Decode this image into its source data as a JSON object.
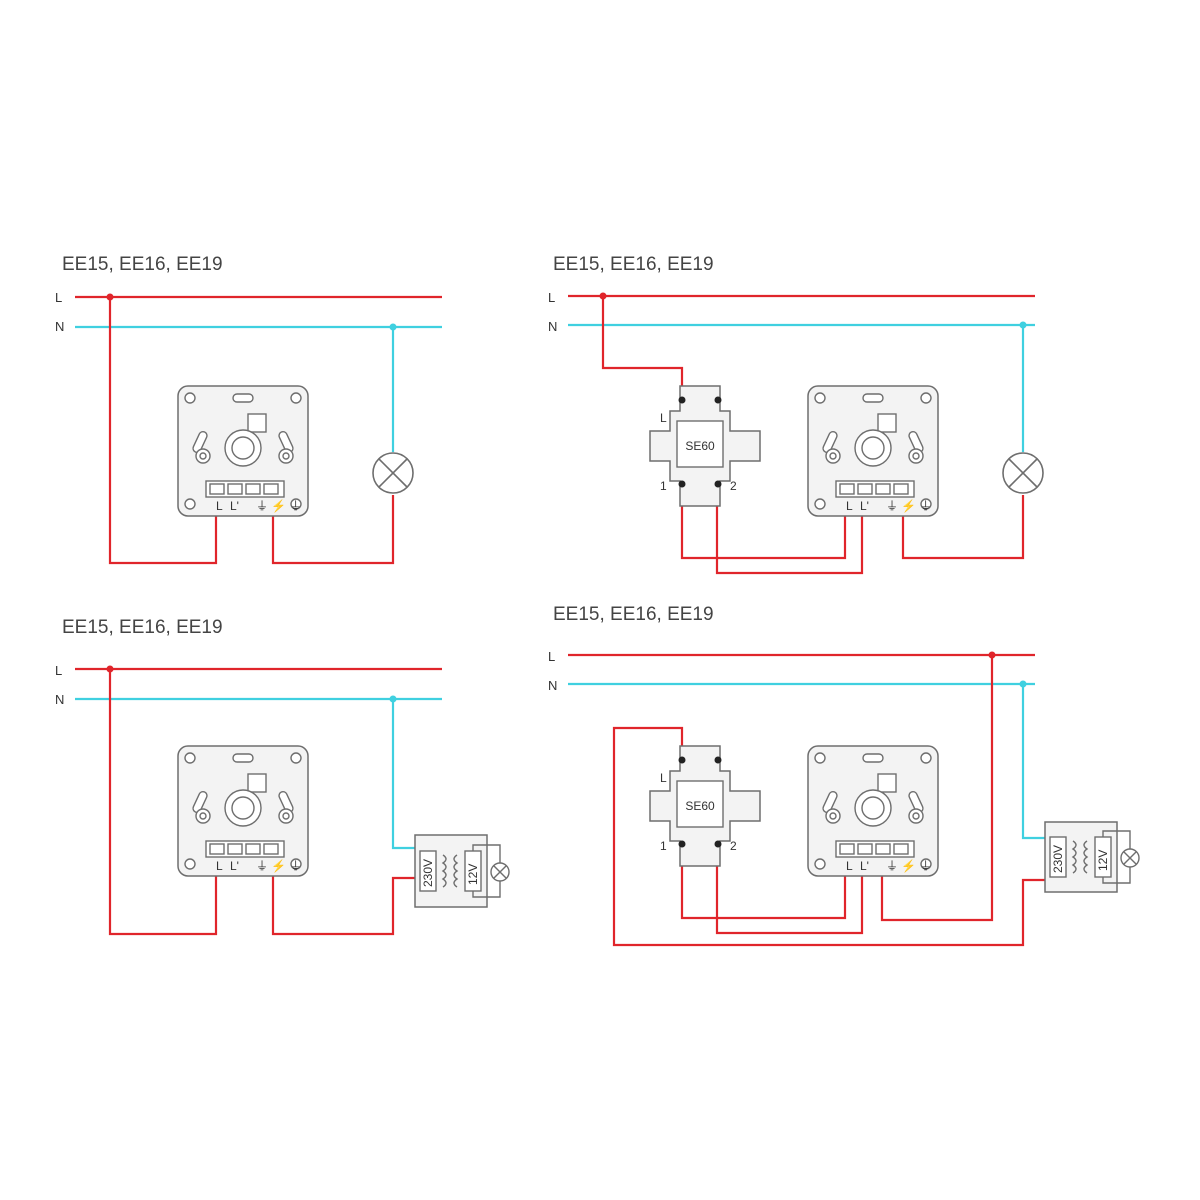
{
  "diagrams": [
    {
      "title": "EE15, EE16, EE19",
      "line_label": "L",
      "neutral_label": "N",
      "dimmer_terminals": {
        "left": "L",
        "mid": "L'",
        "symbols": "⏚ ⚡ ⏚"
      },
      "load": "lamp"
    },
    {
      "title": "EE15, EE16, EE19",
      "line_label": "L",
      "neutral_label": "N",
      "dimmer_terminals": {
        "left": "L",
        "mid": "L'",
        "symbols": "⏚ ⚡ ⏚"
      },
      "extension": {
        "name": "SE60",
        "pin_l": "L",
        "pin_1": "1",
        "pin_2": "2"
      },
      "load": "lamp"
    },
    {
      "title": "EE15, EE16, EE19",
      "line_label": "L",
      "neutral_label": "N",
      "dimmer_terminals": {
        "left": "L",
        "mid": "L'",
        "symbols": "⏚ ⚡ ⏚"
      },
      "transformer": {
        "primary": "230V",
        "secondary": "12V"
      },
      "load": "lamp"
    },
    {
      "title": "EE15, EE16, EE19",
      "line_label": "L",
      "neutral_label": "N",
      "dimmer_terminals": {
        "left": "L",
        "mid": "L'",
        "symbols": "⏚ ⚡ ⏚"
      },
      "extension": {
        "name": "SE60",
        "pin_l": "L",
        "pin_1": "1",
        "pin_2": "2"
      },
      "transformer": {
        "primary": "230V",
        "secondary": "12V"
      },
      "load": "lamp"
    }
  ],
  "colors": {
    "line": "#e0252b",
    "neutral": "#3fd0e0",
    "device": "#6e6e6e"
  }
}
